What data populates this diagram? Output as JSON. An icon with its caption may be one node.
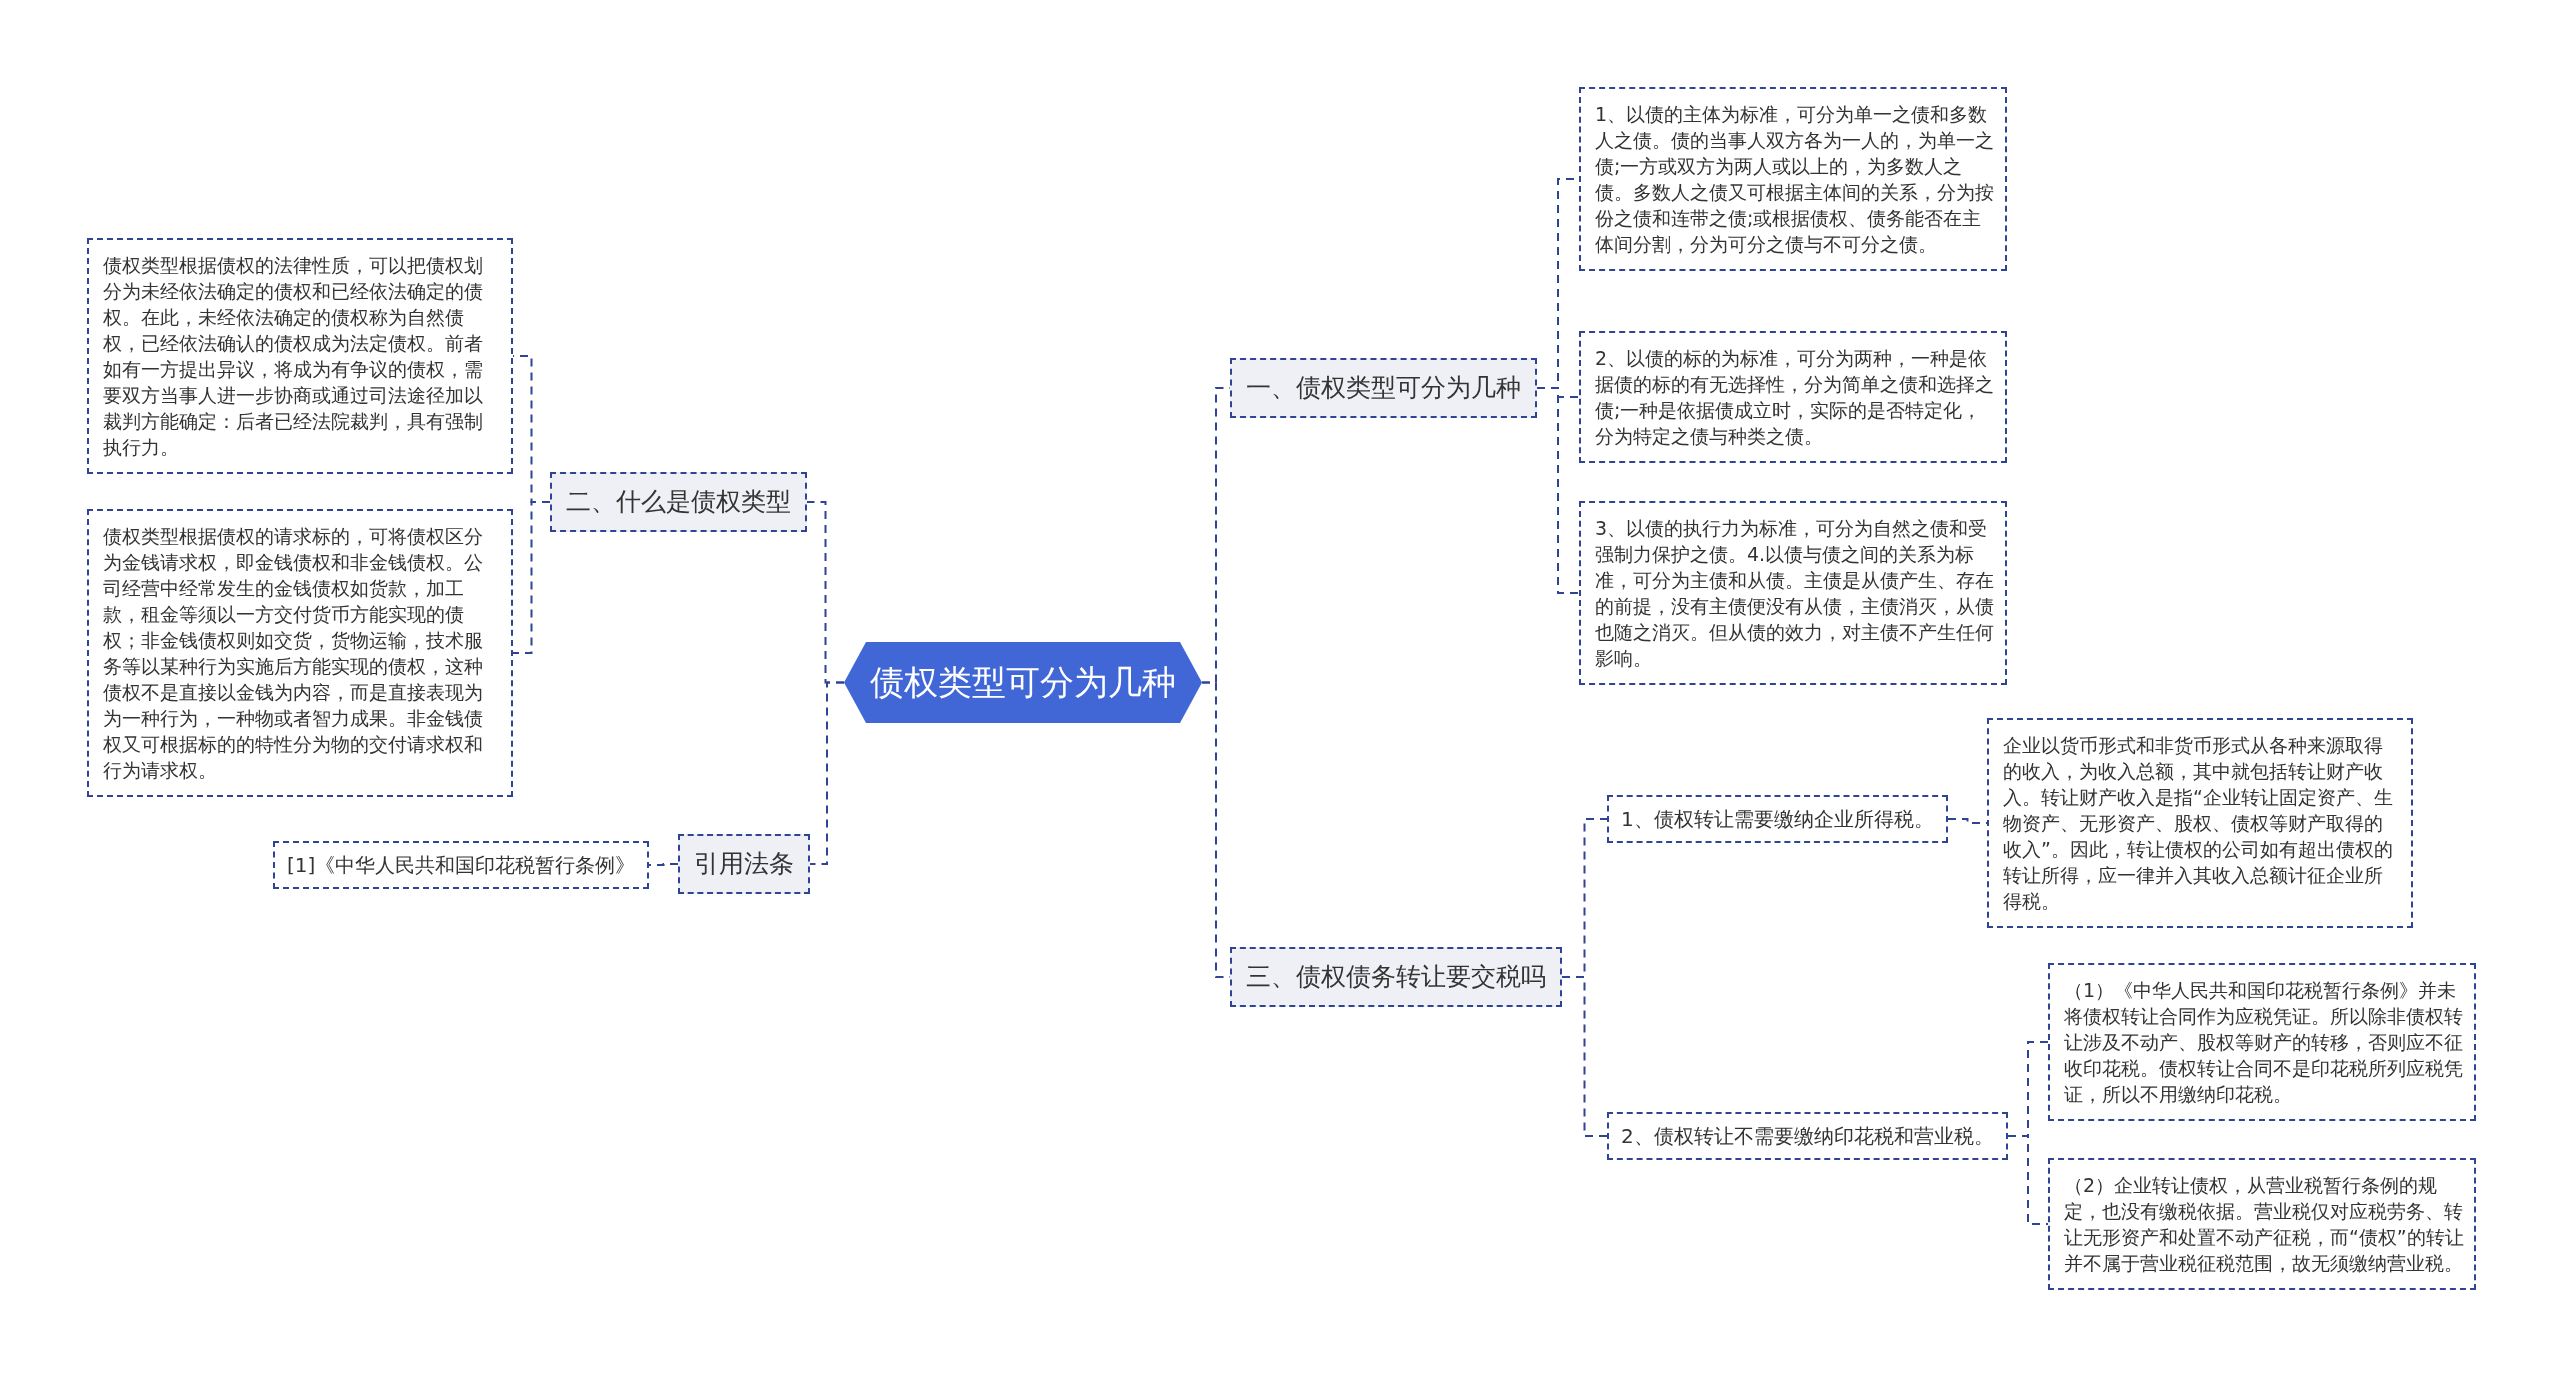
{
  "diagram": {
    "nodes": [
      {
        "text": [
          "债权类型可分为几种"
        ]
      },
      {
        "text": [
          "一、债权类型可分为几种"
        ]
      },
      {
        "text": [
          "1、以债的主体为标准，可分为单一之债和多数人之债。债的当事人双方各为一人的，为单一之债;一方或双方为两人或以上的，为多数人之债。多数人之债又可根据主体间的关系，分为按份之债和连带之债;或根据债权、债务能否在主体间分割，分为可分之债与不可分之债。"
        ]
      },
      {
        "text": [
          "2、以债的标的为标准，可分为两种，一种是依据债的标的有无选择性，分为简单之债和选择之债;一种是依据债成立时，实际的是否特定化，分为特定之债与种类之债。"
        ]
      },
      {
        "text": [
          "3、以债的执行力为标准，可分为自然之债和受强制力保护之债。4.以债与债之间的关系为标准，可分为主债和从债。主债是从债产生、存在的前提，没有主债便没有从债，主债消灭，从债也随之消灭。但从债的效力，对主债不产生任何影响。"
        ]
      },
      {
        "text": [
          "三、债权债务转让要交税吗"
        ]
      },
      {
        "text": [
          "1、债权转让需要缴纳企业所得税。"
        ]
      },
      {
        "text": [
          "企业以货币形式和非货币形式从各种来源取得的收入，为收入总额，其中就包括转让财产收入。转让财产收入是指“企业转让固定资产、生物资产、无形资产、股权、债权等财产取得的收入”。因此，转让债权的公司如有超出债权的转让所得，应一律并入其收入总额计征企业所得税。"
        ]
      },
      {
        "text": [
          "2、债权转让不需要缴纳印花税和营业税。"
        ]
      },
      {
        "text": [
          "（1）《中华人民共和国印花税暂行条例》并未将债权转让合同作为应税凭证。所以除非债权转让涉及不动产、股权等财产的转移，否则应不征收印花税。债权转让合同不是印花税所列应税凭证，所以不用缴纳印花税。"
        ]
      },
      {
        "text": [
          "（2）企业转让债权，从营业税暂行条例的规定，也没有缴税依据。营业税仅对应税劳务、转让无形资产和处置不动产征税，而“债权”的转让并不属于营业税征税范围，故无须缴纳营业税。"
        ]
      },
      {
        "text": [
          "二、什么是债权类型"
        ]
      },
      {
        "text": [
          "债权类型根据债权的法律性质，可以把债权划分为未经依法确定的债权和已经依法确定的债权。在此，未经依法确定的债权称为自然债权，已经依法确认的债权成为法定债权。前者如有一方提出异议，将成为有争议的债权，需要双方当事人进一步协商或通过司法途径加以裁判方能确定：后者已经法院裁判，具有强制执行力。"
        ]
      },
      {
        "text": [
          "债权类型根据债权的请求标的，可将债权区分为金钱请求权，即金钱债权和非金钱债权。公司经营中经常发生的金钱债权如货款，加工款，租金等须以一方交付货币方能实现的债权；非金钱债权则如交货，货物运输，技术服务等以某种行为实施后方能实现的债权，这种债权不是直接以金钱为内容，而是直接表现为为一种行为，一种物或者智力成果。非金钱债权又可根据标的的特性分为物的交付请求权和行为请求权。"
        ]
      },
      {
        "text": [
          "引用法条"
        ]
      },
      {
        "text": [
          "[1]《中华人民共和国印花税暂行条例》"
        ]
      }
    ],
    "edges": [
      {
        "from": 0,
        "to": 1,
        "arrow": "none",
        "style": "dashed"
      },
      {
        "from": 1,
        "to": 2,
        "arrow": "none",
        "style": "dashed"
      },
      {
        "from": 1,
        "to": 3,
        "arrow": "none",
        "style": "dashed"
      },
      {
        "from": 1,
        "to": 4,
        "arrow": "none",
        "style": "dashed"
      },
      {
        "from": 0,
        "to": 5,
        "arrow": "none",
        "style": "dashed"
      },
      {
        "from": 5,
        "to": 6,
        "arrow": "none",
        "style": "dashed"
      },
      {
        "from": 6,
        "to": 7,
        "arrow": "none",
        "style": "dashed"
      },
      {
        "from": 5,
        "to": 8,
        "arrow": "none",
        "style": "dashed"
      },
      {
        "from": 8,
        "to": 9,
        "arrow": "none",
        "style": "dashed"
      },
      {
        "from": 8,
        "to": 10,
        "arrow": "none",
        "style": "dashed"
      },
      {
        "from": 0,
        "to": 11,
        "arrow": "none",
        "style": "dashed"
      },
      {
        "from": 11,
        "to": 12,
        "arrow": "none",
        "style": "dashed"
      },
      {
        "from": 11,
        "to": 13,
        "arrow": "none",
        "style": "dashed"
      },
      {
        "from": 0,
        "to": 14,
        "arrow": "none",
        "style": "dashed"
      },
      {
        "from": 14,
        "to": 15,
        "arrow": "none",
        "style": "dashed"
      }
    ]
  }
}
